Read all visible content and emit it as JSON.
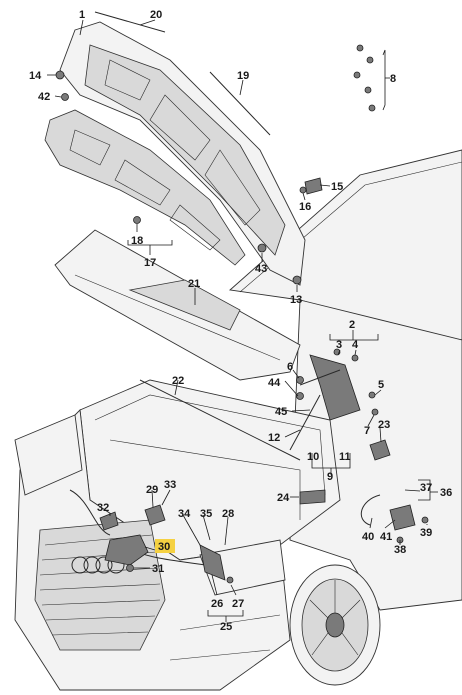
{
  "callouts": {
    "c1": "1",
    "c2": "2",
    "c3": "3",
    "c4": "4",
    "c5": "5",
    "c6": "6",
    "c7": "7",
    "c8": "8",
    "c9": "9",
    "c10": "10",
    "c11": "11",
    "c12": "12",
    "c13": "13",
    "c14": "14",
    "c15": "15",
    "c16": "16",
    "c17": "17",
    "c18": "18",
    "c19": "19",
    "c20": "20",
    "c21": "21",
    "c22": "22",
    "c23": "23",
    "c24": "24",
    "c25": "25",
    "c26": "26",
    "c27": "27",
    "c28": "28",
    "c29": "29",
    "c30": "30",
    "c31": "31",
    "c32": "32",
    "c33": "33",
    "c34": "34",
    "c35": "35",
    "c36": "36",
    "c37": "37",
    "c38": "38",
    "c39": "39",
    "c40": "40",
    "c41": "41",
    "c42": "42",
    "c43": "43",
    "c44": "44",
    "c45": "45"
  },
  "highlighted_part": "30",
  "colors": {
    "highlight": "#f5d142",
    "line": "#2a2a2a",
    "panel_fill": "#f3f3f3",
    "insulation_fill": "#d9d9d9",
    "component_fill": "#7a7a7a",
    "cable_highlight": "#d4a017"
  }
}
